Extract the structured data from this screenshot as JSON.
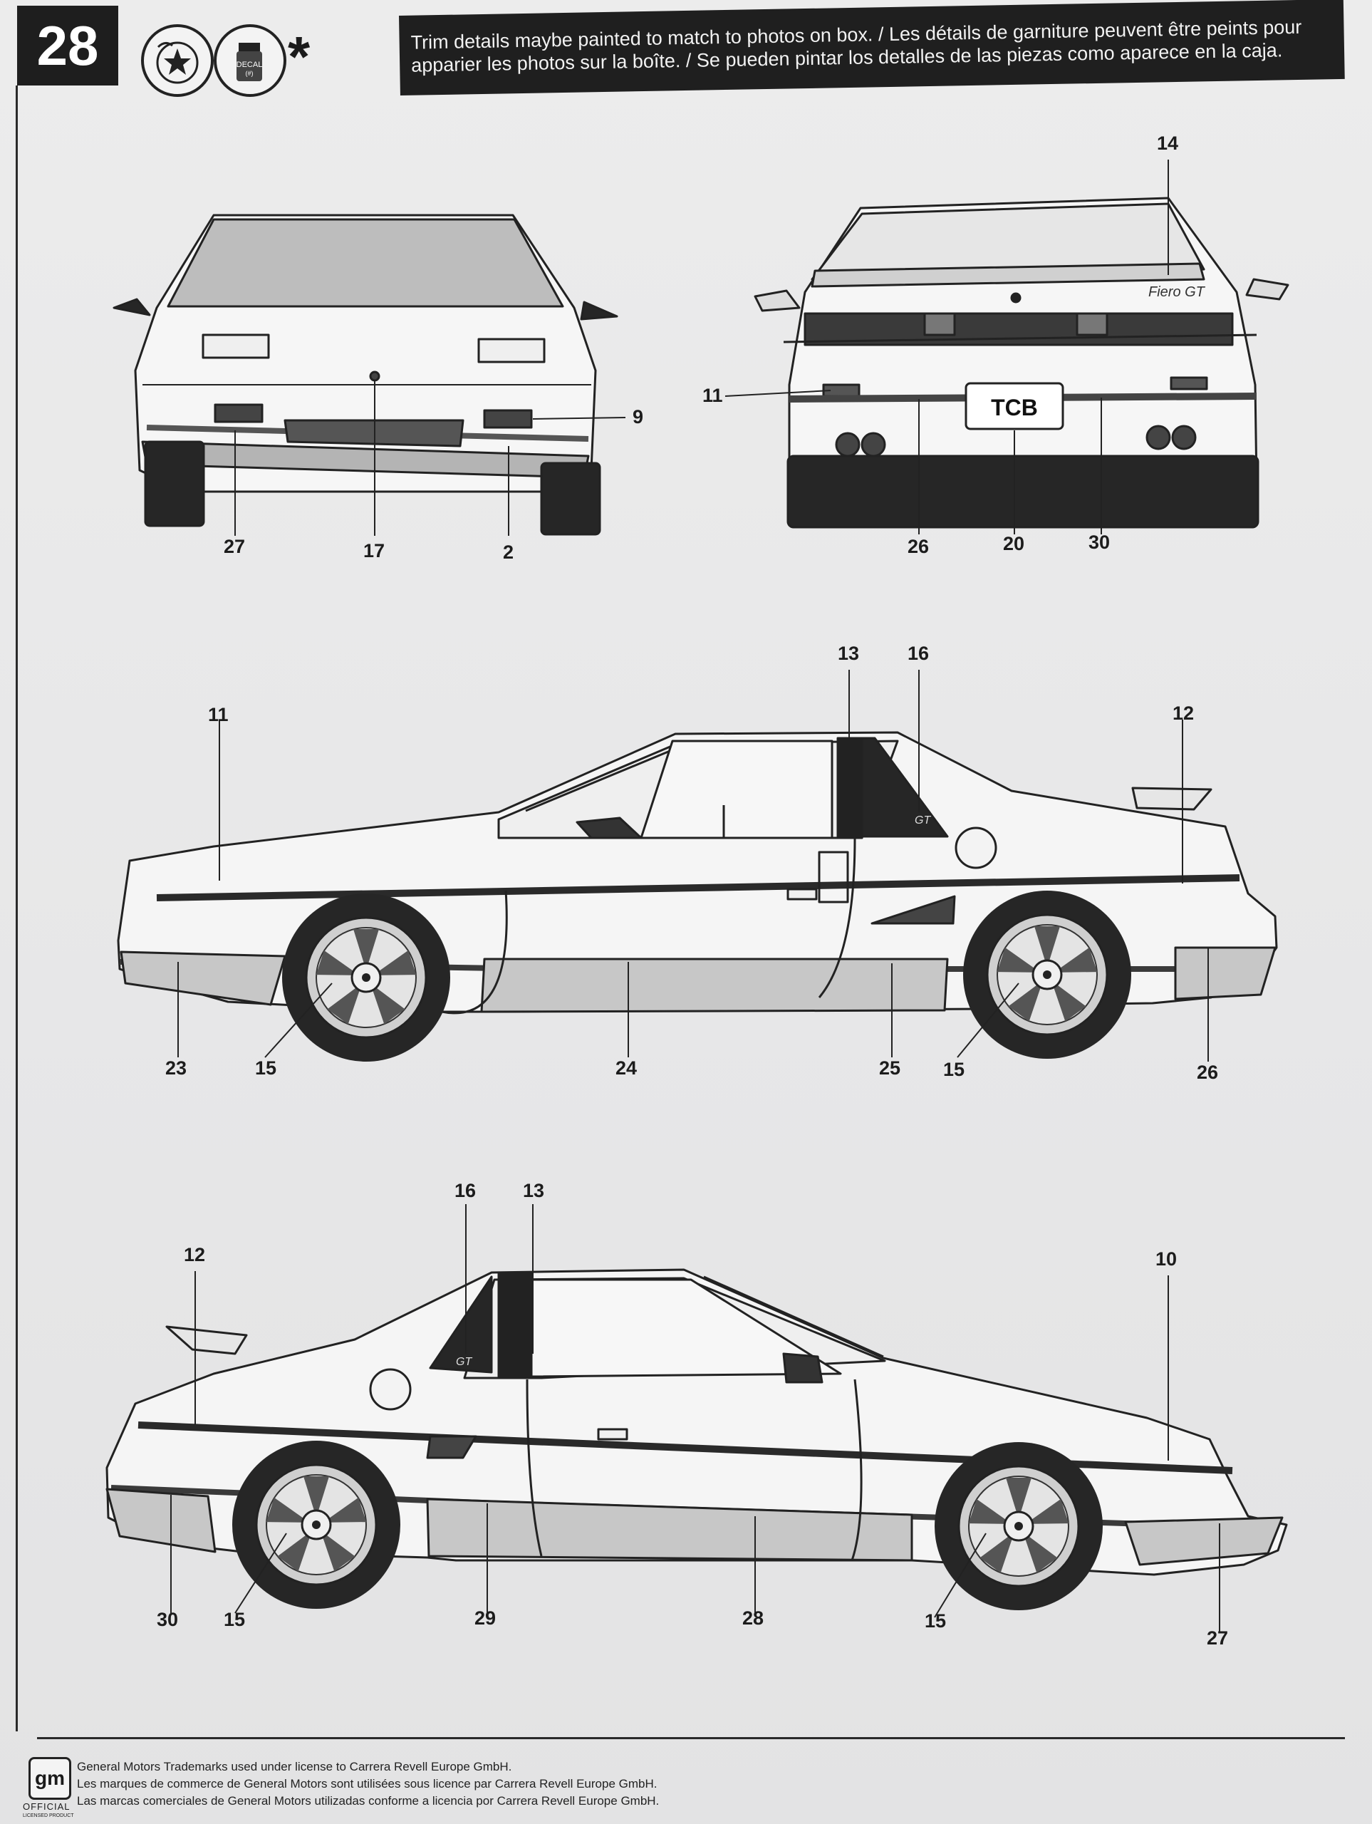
{
  "step": {
    "number": "28"
  },
  "icons": {
    "paint": "paint-icon",
    "decal": "decal-icon",
    "decal_label": "DECAL",
    "decal_code": "(#)",
    "asterisk": "*"
  },
  "note": {
    "line1": "Trim details maybe painted to match to photos on box. / Les détails de garniture peuvent être peints pour",
    "line2": "apparier les photos sur la boîte. / Se pueden pintar los detalles de las piezas como aparece en la caja."
  },
  "front": {
    "labels": [
      "27",
      "17",
      "2",
      "9"
    ]
  },
  "rear": {
    "badge": "Fiero GT",
    "plate": "TCB",
    "labels": [
      "14",
      "11",
      "26",
      "20",
      "30"
    ]
  },
  "side": {
    "gt_badge": "GT"
  },
  "side1": {
    "labels": [
      "11",
      "13",
      "16",
      "12",
      "23",
      "15",
      "24",
      "25",
      "15",
      "26"
    ]
  },
  "side2": {
    "labels": [
      "16",
      "13",
      "12",
      "10",
      "30",
      "15",
      "29",
      "28",
      "15",
      "27"
    ]
  },
  "footer": {
    "logo": "gm",
    "official": "OFFICIAL",
    "license_product": "LICENSED PRODUCT",
    "legal": [
      "General Motors Trademarks used under license to Carrera Revell Europe GmbH.",
      "Les marques de commerce de General Motors sont utilisées sous licence par Carrera Revell Europe GmbH.",
      "Las marcas comerciales de General Motors utilizadas conforme a licencia por Carrera Revell Europe GmbH."
    ]
  }
}
